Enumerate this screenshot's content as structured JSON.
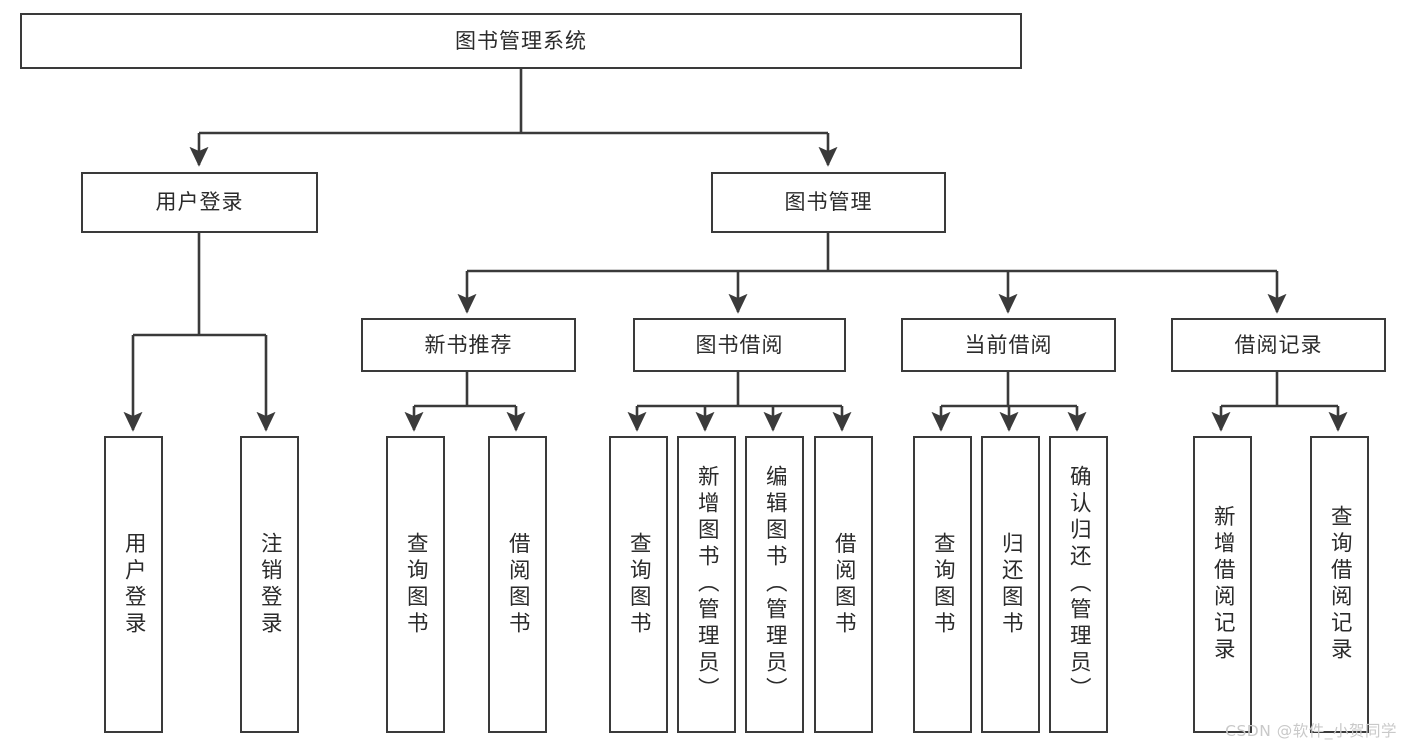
{
  "diagram": {
    "type": "tree",
    "title": "图书管理系统",
    "root": {
      "id": "root",
      "label": "图书管理系统"
    },
    "level2": [
      {
        "id": "user-login",
        "label": "用户登录"
      },
      {
        "id": "book-manage",
        "label": "图书管理"
      }
    ],
    "level3": [
      {
        "id": "new-book-rec",
        "label": "新书推荐",
        "parent": "book-manage"
      },
      {
        "id": "book-borrow",
        "label": "图书借阅",
        "parent": "book-manage"
      },
      {
        "id": "current-borrow",
        "label": "当前借阅",
        "parent": "book-manage"
      },
      {
        "id": "borrow-record",
        "label": "借阅记录",
        "parent": "book-manage"
      }
    ],
    "leaves": [
      {
        "id": "leaf-user-login",
        "label": "用户登录",
        "parent": "user-login"
      },
      {
        "id": "leaf-logout",
        "label": "注销登录",
        "parent": "user-login"
      },
      {
        "id": "leaf-query-book-1",
        "label": "查询图书",
        "parent": "new-book-rec"
      },
      {
        "id": "leaf-borrow-book-1",
        "label": "借阅图书",
        "parent": "new-book-rec"
      },
      {
        "id": "leaf-query-book-2",
        "label": "查询图书",
        "parent": "book-borrow"
      },
      {
        "id": "leaf-add-book",
        "label": "新增图书（管理员）",
        "parent": "book-borrow"
      },
      {
        "id": "leaf-edit-book",
        "label": "编辑图书（管理员）",
        "parent": "book-borrow"
      },
      {
        "id": "leaf-borrow-book-2",
        "label": "借阅图书",
        "parent": "book-borrow"
      },
      {
        "id": "leaf-query-book-3",
        "label": "查询图书",
        "parent": "current-borrow"
      },
      {
        "id": "leaf-return-book",
        "label": "归还图书",
        "parent": "current-borrow"
      },
      {
        "id": "leaf-confirm-return",
        "label": "确认归还（管理员）",
        "parent": "current-borrow"
      },
      {
        "id": "leaf-add-record",
        "label": "新增借阅记录",
        "parent": "borrow-record"
      },
      {
        "id": "leaf-query-record",
        "label": "查询借阅记录",
        "parent": "borrow-record"
      }
    ],
    "colors": {
      "stroke": "#3a3a3a",
      "text": "#2b2b2b",
      "background": "#ffffff",
      "watermark": "#c9c9c9"
    }
  },
  "watermark": {
    "text": "CSDN @软件_小贺同学"
  }
}
